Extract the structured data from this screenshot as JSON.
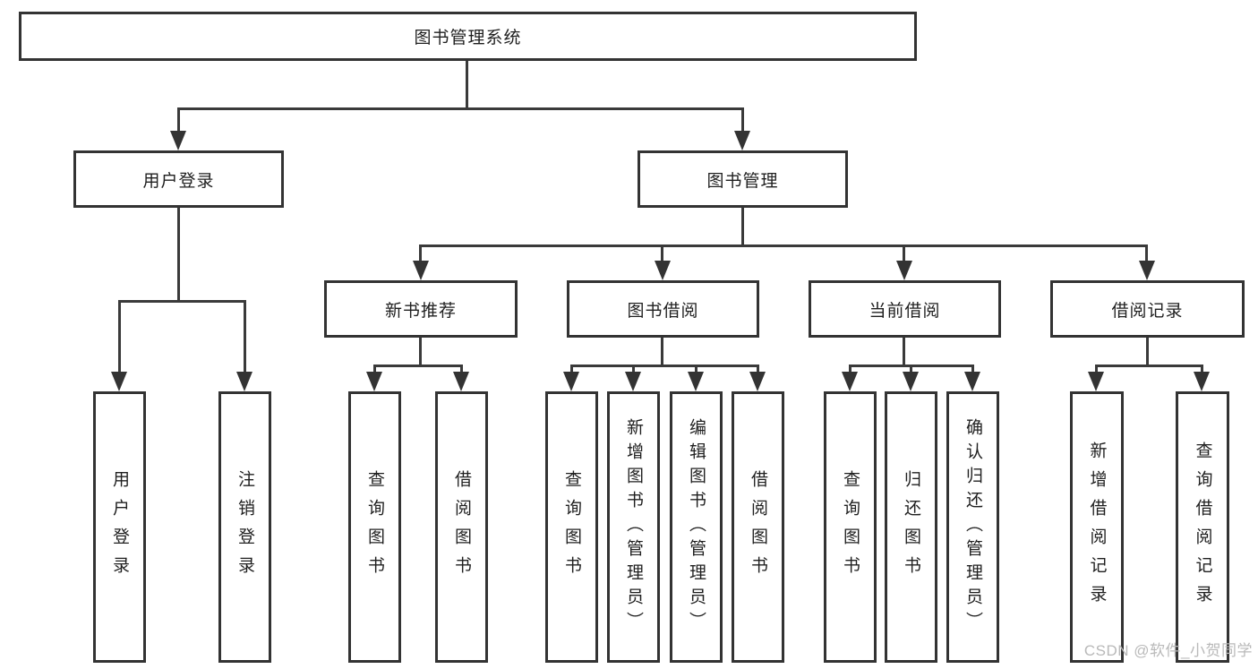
{
  "diagram": {
    "title_node": {
      "label": "图书管理系统"
    },
    "level2": [
      {
        "label": "用户登录"
      },
      {
        "label": "图书管理"
      }
    ],
    "level3": [
      {
        "label": "新书推荐"
      },
      {
        "label": "图书借阅"
      },
      {
        "label": "当前借阅"
      },
      {
        "label": "借阅记录"
      }
    ],
    "leaves": [
      {
        "label": "用户登录"
      },
      {
        "label": "注销登录"
      },
      {
        "label": "查询图书"
      },
      {
        "label": "借阅图书"
      },
      {
        "label": "查询图书"
      },
      {
        "label": "新增图书（管理员）"
      },
      {
        "label": "编辑图书（管理员）"
      },
      {
        "label": "借阅图书"
      },
      {
        "label": "查询图书"
      },
      {
        "label": "归还图书"
      },
      {
        "label": "确认归还（管理员）"
      },
      {
        "label": "新增借阅记录"
      },
      {
        "label": "查询借阅记录"
      }
    ]
  },
  "watermark": {
    "text": "CSDN @软件_小贺同学"
  },
  "colors": {
    "line": "#3a3a3a",
    "border": "#333333",
    "text": "#1f1f1f",
    "watermark": "#b9b9b9",
    "background": "#ffffff"
  }
}
